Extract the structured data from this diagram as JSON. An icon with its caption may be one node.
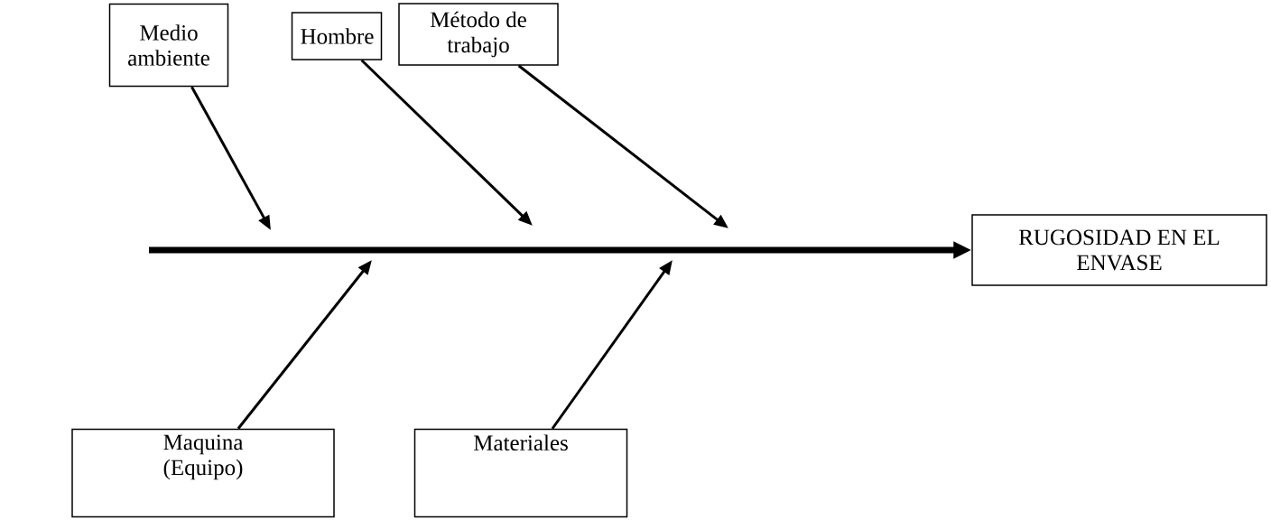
{
  "diagram": {
    "nodes": [
      {
        "text": [
          "Medio ambiente"
        ]
      },
      {
        "text": [
          "Hombre"
        ]
      },
      {
        "text": [
          "Método de trabajo"
        ]
      },
      {
        "text": [
          "Maquina (Equipo)"
        ]
      },
      {
        "text": [
          "Materiales"
        ]
      },
      {
        "text": [
          "RUGOSIDAD EN EL ENVASE"
        ]
      }
    ],
    "edges": [
      {
        "from": null,
        "to": 5,
        "arrow": "to",
        "style": "thick"
      },
      {
        "from": 0,
        "to": null,
        "arrow": "to"
      },
      {
        "from": 1,
        "to": null,
        "arrow": "to"
      },
      {
        "from": 2,
        "to": null,
        "arrow": "to"
      },
      {
        "from": 3,
        "to": null,
        "arrow": "to"
      },
      {
        "from": 4,
        "to": null,
        "arrow": "to"
      }
    ]
  }
}
